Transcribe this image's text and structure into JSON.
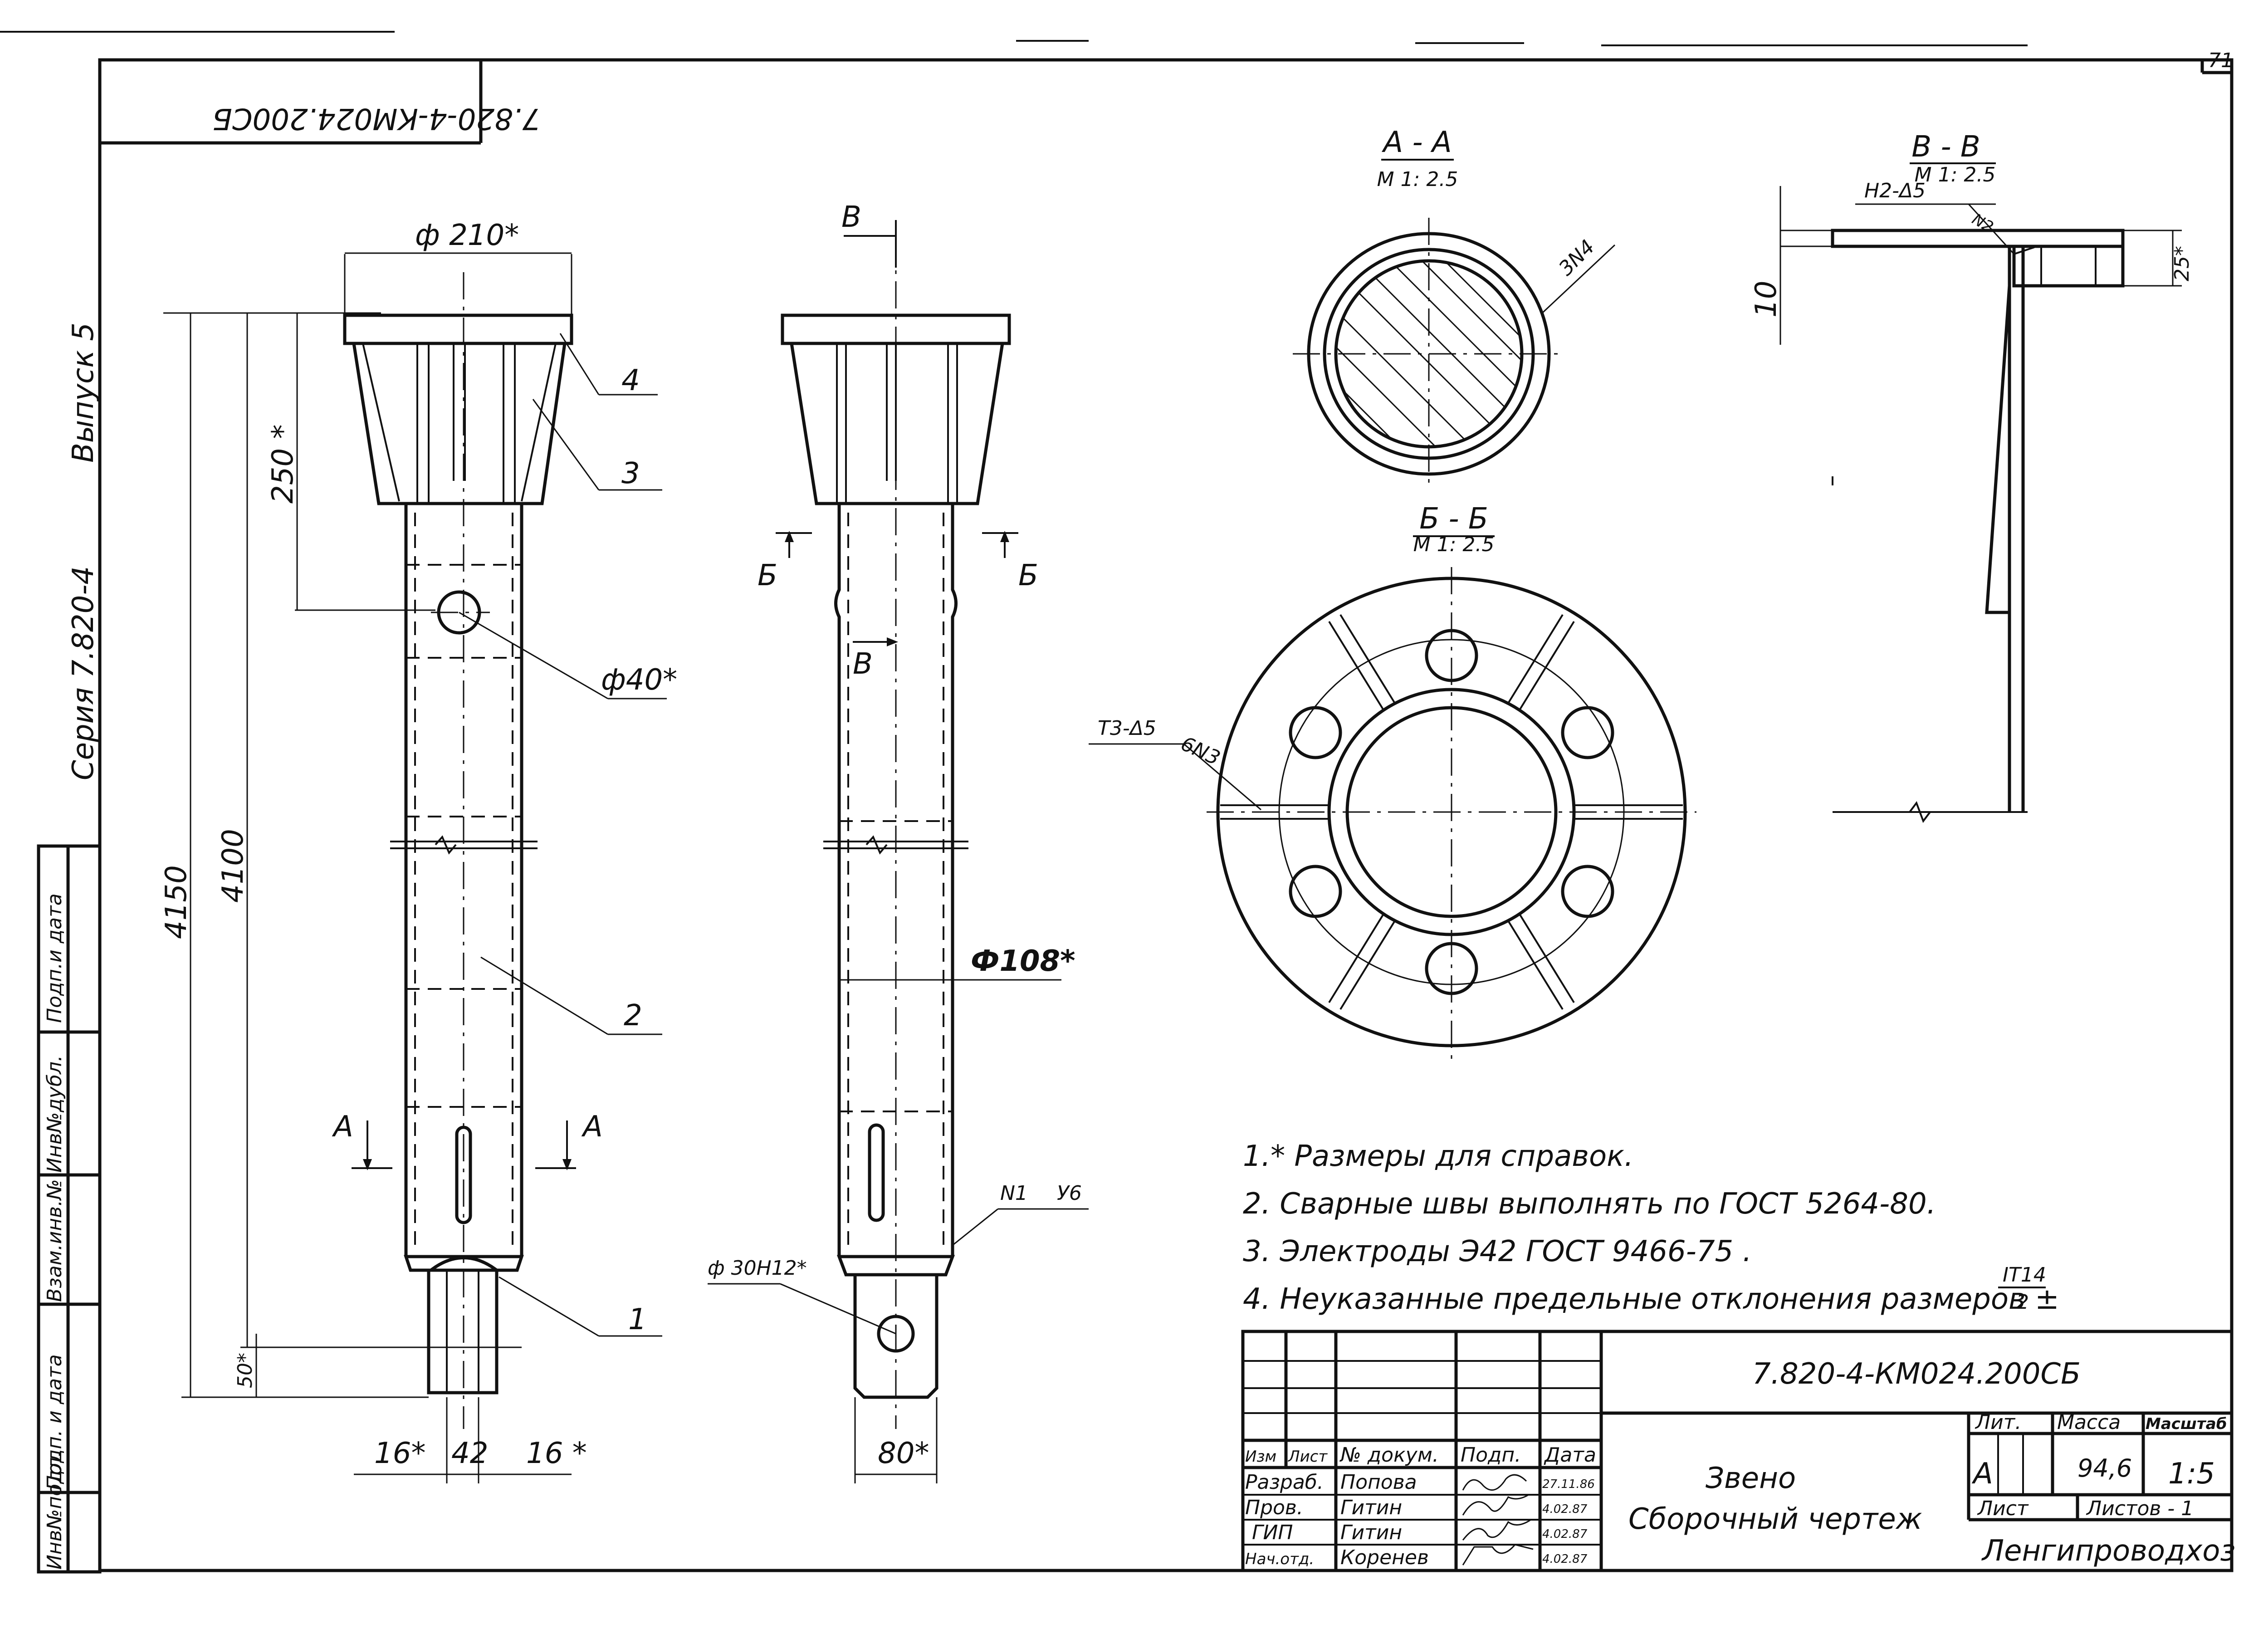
{
  "sheet_number": "71",
  "corner_code": "7.820-4-КМ024.200СБ",
  "margin": {
    "vypusk": "Выпуск 5",
    "seriya": "Серия 7.820-4",
    "cells": [
      "Подп.и дата",
      "Инв№дубл.",
      "Взам.инв.№",
      "Подп. и дата",
      "Инв№подл."
    ]
  },
  "views": {
    "left": {
      "dims": {
        "phi210": "ф 210*",
        "l250": "250 *",
        "phi40": "ф40*",
        "l4150": "4150",
        "l4100": "4100",
        "l50": "50*",
        "w16a": "16*",
        "w42": "42",
        "w16b": "16 *"
      },
      "callouts": [
        "4",
        "3",
        "2",
        "1"
      ],
      "section_mark": "А"
    },
    "middle": {
      "mark_v": "В",
      "mark_b": "Б",
      "phi108": "Ф108*",
      "phi30": "ф 30Н12*",
      "w80": "80*",
      "weld_n": "N1",
      "weld_leg": "У6"
    },
    "section_aa": {
      "title": "А - А",
      "scale": "М 1: 2.5",
      "weld": "3N4"
    },
    "section_bb": {
      "title": "Б - Б",
      "scale": "М 1: 2.5",
      "weld_a": "Т3-Δ5",
      "weld_b": "6N3"
    },
    "section_vv": {
      "title": "В - В",
      "scale": "М 1: 2.5",
      "weld_a": "Н2-Δ5",
      "weld_b": "N2",
      "dim10": "10",
      "dim25": "25*"
    }
  },
  "notes": [
    "1.* Размеры для справок.",
    "2. Сварные швы выполнять по ГОСТ 5264-80.",
    "3. Электроды Э42 ГОСТ 9466-75 .",
    "4. Неуказанные предельные отклонения размеров ±"
  ],
  "tolerance": {
    "num": "IT14",
    "den": "2"
  },
  "title_block": {
    "doc_code": "7.820-4-КМ024.200СБ",
    "name_line1": "Звено",
    "name_line2": "Сборочный чертеж",
    "header": [
      "Изм",
      "Лист",
      "№ докум.",
      "Подп.",
      "Дата"
    ],
    "rows": [
      {
        "role": "Разраб.",
        "name": "Попова",
        "date": "27.11.86"
      },
      {
        "role": "Пров.",
        "name": "Гитин",
        "date": "4.02.87"
      },
      {
        "role": "ГИП",
        "name": "Гитин",
        "date": "4.02.87"
      },
      {
        "role": "Нач.отд.",
        "name": "Коренев",
        "date": "4.02.87"
      }
    ],
    "lit_label": "Лит.",
    "massa_label": "Масса",
    "masshtab_label": "Масштаб",
    "lit_value": "А",
    "massa_value": "94,6",
    "masshtab_value": "1:5",
    "list_label": "Лист",
    "listov_label": "Листов - 1",
    "org": "Ленгипроводхоз"
  }
}
